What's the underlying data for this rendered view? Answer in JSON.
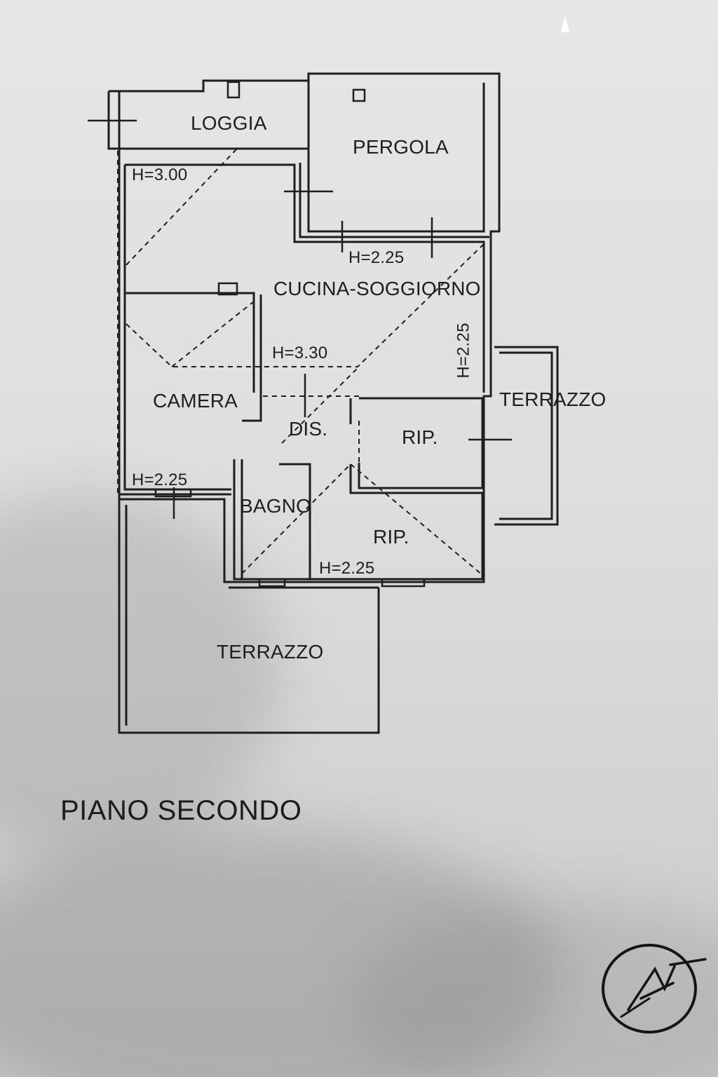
{
  "floor_title": "PIANO SECONDO",
  "rooms": {
    "loggia": "LOGGIA",
    "pergola": "PERGOLA",
    "cucina_soggiorno": "CUCINA-SOGGIORNO",
    "camera": "CAMERA",
    "dis": "DIS.",
    "rip_upper": "RIP.",
    "rip_lower": "RIP.",
    "bagno": "BAGNO",
    "terrazzo_right": "TERRAZZO",
    "terrazzo_bottom": "TERRAZZO"
  },
  "heights": {
    "h_300": "H=3.00",
    "h_225_kitchen": "H=2.25",
    "h_330": "H=3.30",
    "h_225_vertical": "H=2.25",
    "h_225_camera": "H=2.25",
    "h_225_rip": "H=2.25"
  },
  "colors": {
    "ink": "#1e1e1e",
    "paper": "#e4e4e2",
    "stamp": "#151515"
  }
}
